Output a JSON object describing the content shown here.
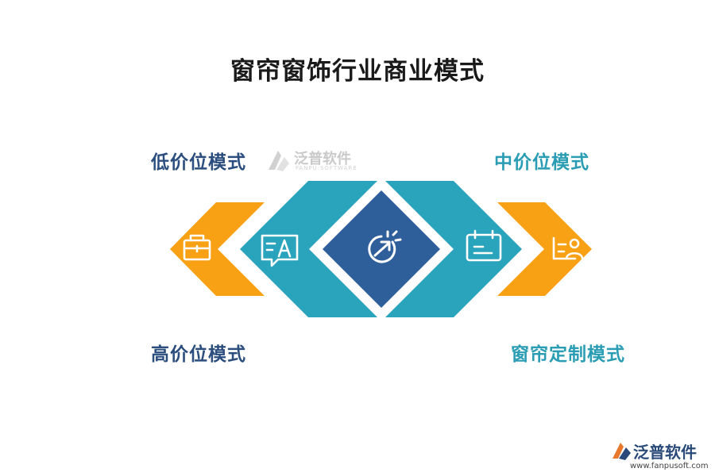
{
  "title": "窗帘窗饰行业商业模式",
  "labels": {
    "top_left": "低价位模式",
    "bottom_left": "高价位模式",
    "top_right": "中价位模式",
    "bottom_right": "窗帘定制模式"
  },
  "watermark": {
    "name": "泛普软件",
    "sub": "FANPU SOFTWARE"
  },
  "brand": {
    "name": "泛普软件",
    "url": "www.fanpusoft.com"
  },
  "colors": {
    "orange": "#F8A114",
    "teal": "#2AA3BC",
    "navy": "#2F5F9B",
    "label_dark": "#2B4E7E",
    "label_teal": "#2A9DB4"
  },
  "icons": {
    "left_orange": "toolbox-icon",
    "left_teal": "chat-translate-icon",
    "center": "refresh-arrow-icon",
    "right_teal": "calendar-icon",
    "right_orange": "id-card-icon"
  }
}
